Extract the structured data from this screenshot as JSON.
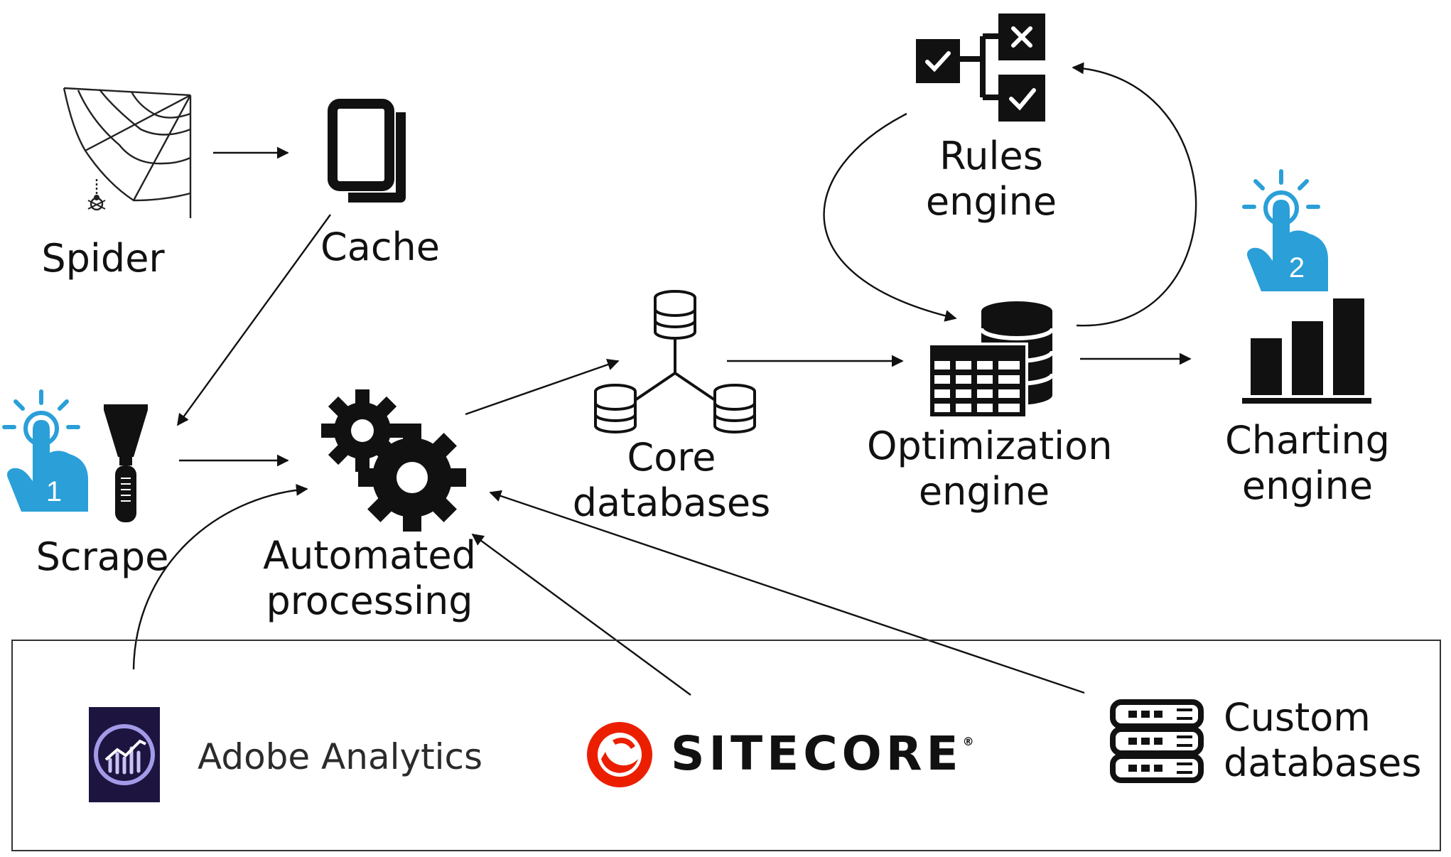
{
  "nodes": {
    "spider": {
      "label": "Spider",
      "icon": "spider-web-icon"
    },
    "cache": {
      "label": "Cache",
      "icon": "copy-pages-icon"
    },
    "scrape": {
      "label": "Scrape",
      "icon": "scraper-tool-icon"
    },
    "automated_processing": {
      "label": "Automated\nprocessing",
      "icon": "gears-icon"
    },
    "core_databases": {
      "label": "Core\ndatabases",
      "icon": "distributed-database-icon"
    },
    "rules_engine": {
      "label": "Rules\nengine",
      "icon": "decision-tree-icon"
    },
    "optimization_engine": {
      "label": "Optimization\nengine",
      "icon": "database-table-icon"
    },
    "charting_engine": {
      "label": "Charting\nengine",
      "icon": "bar-chart-icon"
    }
  },
  "touch_markers": [
    {
      "number": "1",
      "icon": "tap-hand-icon",
      "color": "#2a9fd8"
    },
    {
      "number": "2",
      "icon": "tap-hand-icon",
      "color": "#2a9fd8"
    }
  ],
  "sources": {
    "adobe": {
      "label": "Adobe Analytics",
      "icon": "adobe-analytics-logo"
    },
    "sitecore": {
      "label": "SITECORE",
      "mark": "®",
      "icon": "sitecore-logo",
      "color": "#eb1f00"
    },
    "custom": {
      "label": "Custom\ndatabases",
      "icon": "server-database-icon"
    }
  }
}
